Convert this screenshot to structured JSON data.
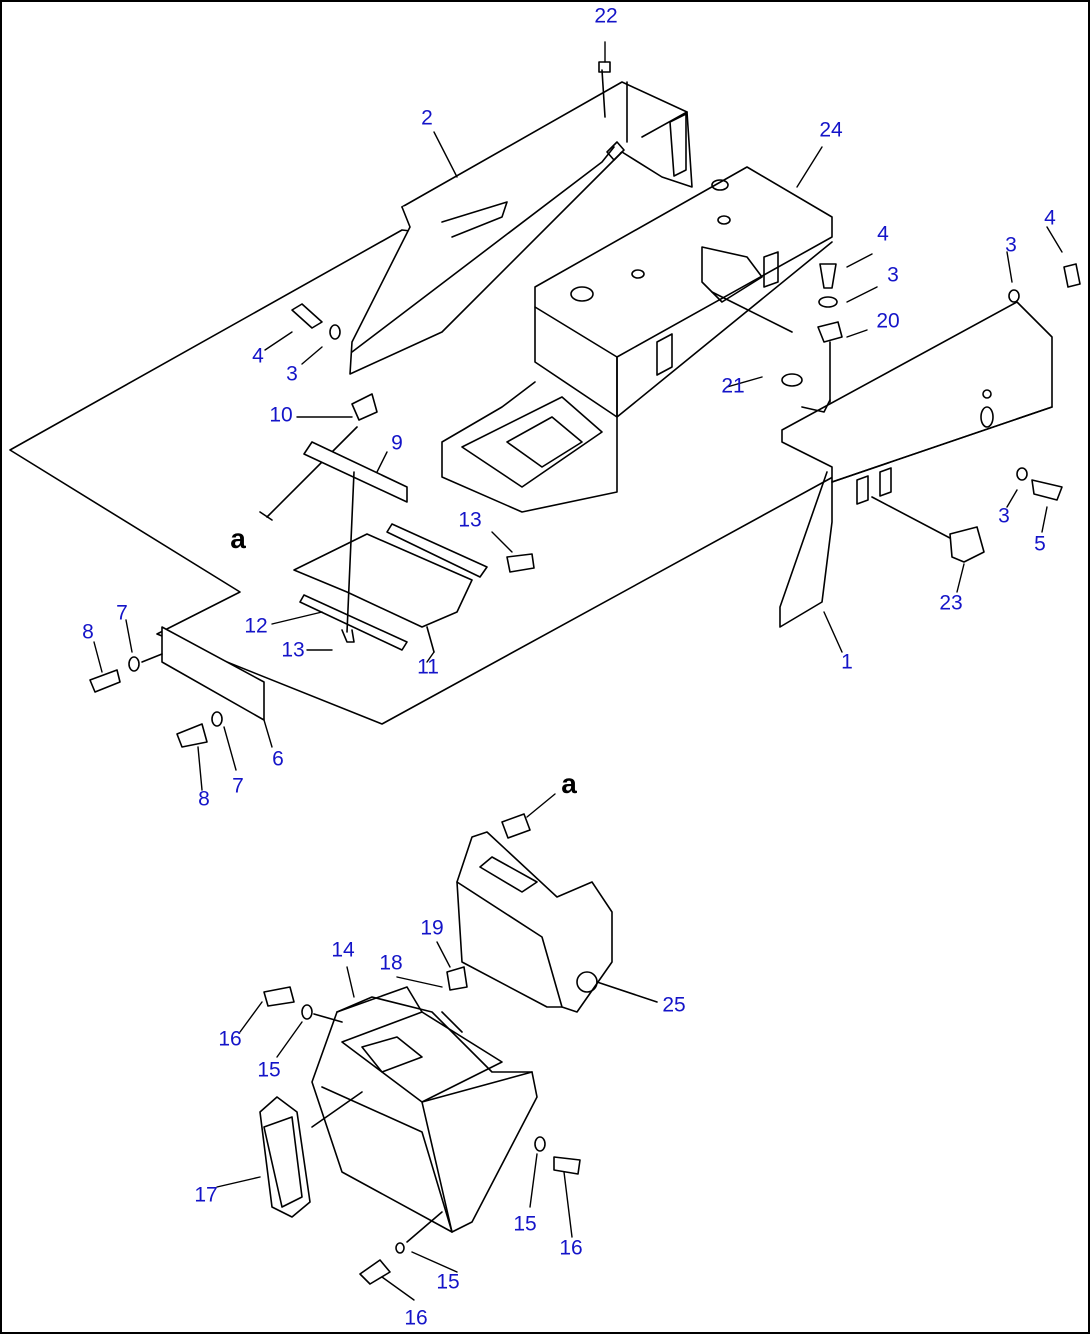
{
  "diagram": {
    "callout_color": "#1414c8",
    "line_color": "#000000",
    "ref_mark": "a",
    "callouts": {
      "c22": "22",
      "c2": "2",
      "c24": "24",
      "c4a": "4",
      "c3a": "3",
      "c4b": "4",
      "c3b": "3",
      "c20": "20",
      "c3c": "3",
      "c4c": "4",
      "c21": "21",
      "c10": "10",
      "c9": "9",
      "c13a": "13",
      "c3d": "3",
      "c5": "5",
      "c23": "23",
      "c12": "12",
      "c13b": "13",
      "c11": "11",
      "c1": "1",
      "c8a": "8",
      "c7a": "7",
      "c6": "6",
      "c8b": "8",
      "c7b": "7",
      "c19": "19",
      "c14": "14",
      "c18": "18",
      "c25": "25",
      "c16a": "16",
      "c15a": "15",
      "c17": "17",
      "c15b": "15",
      "c16b": "16",
      "c15c": "15",
      "c16c": "16"
    }
  }
}
